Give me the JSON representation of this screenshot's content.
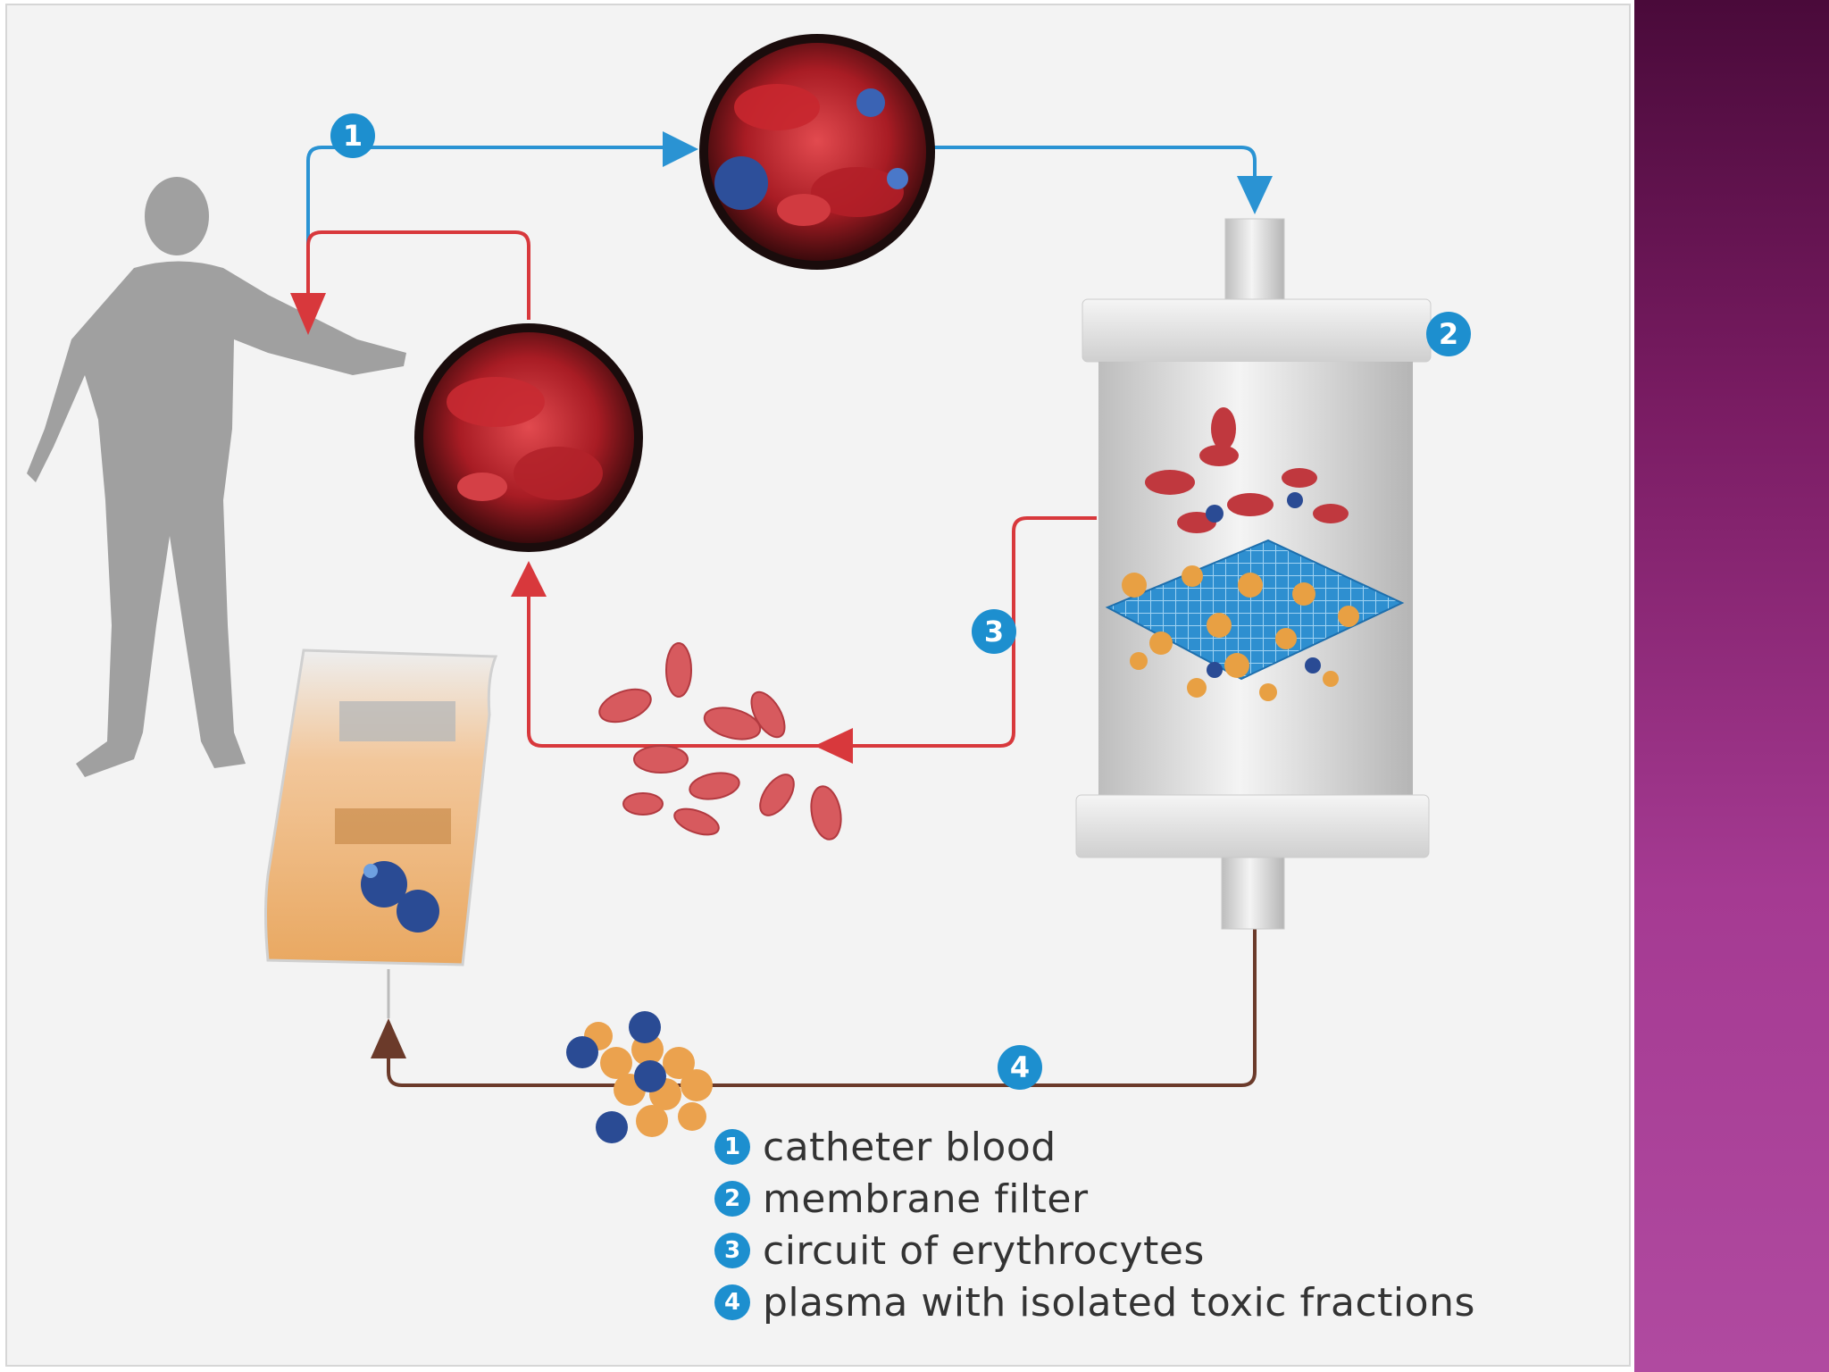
{
  "badges": {
    "b1": "1",
    "b2": "2",
    "b3": "3",
    "b4": "4"
  },
  "legend": [
    {
      "number": "1",
      "label": "catheter blood"
    },
    {
      "number": "2",
      "label": "membrane filter"
    },
    {
      "number": "3",
      "label": "circuit of erythrocytes"
    },
    {
      "number": "4",
      "label": "plasma with isolated toxic fractions"
    }
  ],
  "colors": {
    "blue_line": "#2a93d3",
    "red_line": "#d8383c",
    "brown_line": "#6b3a2a",
    "badge": "#1d8fcf",
    "side_panel": "#a53a92"
  },
  "icons": [
    "person-silhouette-icon",
    "membrane-filter-icon",
    "plasma-bag-icon",
    "blood-cells-icon",
    "toxic-cells-icon"
  ]
}
